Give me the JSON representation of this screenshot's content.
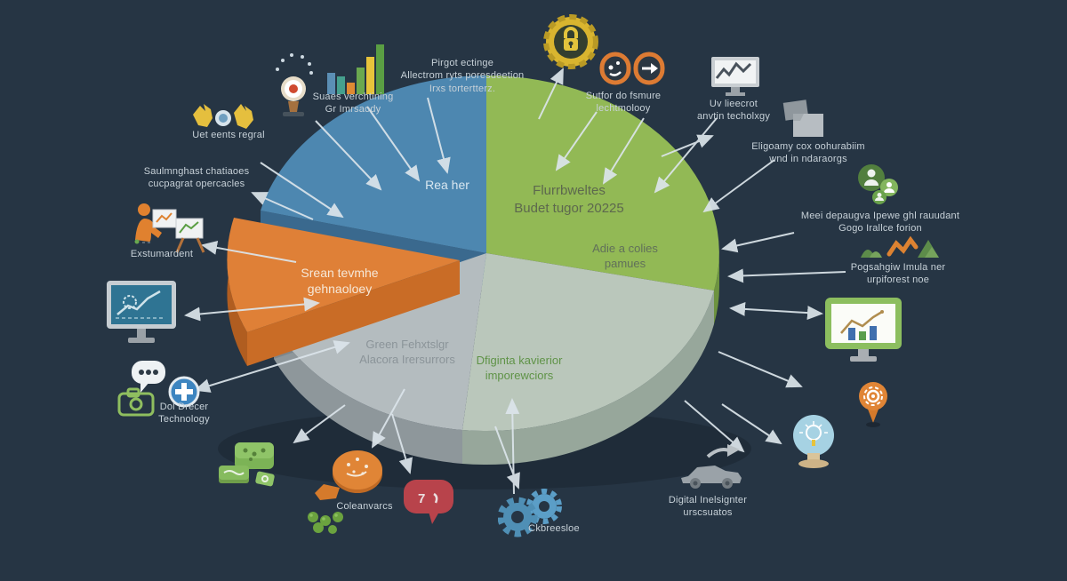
{
  "chart_data": {
    "type": "pie",
    "style": "3d-exploded",
    "title": "Flurrbweltes Budet tugor 20225",
    "legend_position": "none",
    "slices": [
      {
        "label": "Flurrbweltes Budet tugor 20225",
        "sublabel": "Adie a colies pamues",
        "color": "#92b955",
        "percent": 28
      },
      {
        "label": "Dfiginta kavierior imporewciors",
        "color": "#bac7bb",
        "percent": 23
      },
      {
        "label": "Green Fehxtslgr Alacora Irersurrors",
        "color": "#b4bcbf",
        "percent": 17
      },
      {
        "label": "Srean tevmhe gehnaoloey",
        "color": "#df8037",
        "percent": 11,
        "exploded": true
      },
      {
        "label": "Rea her",
        "color": "#4d87b0",
        "percent": 21
      }
    ]
  },
  "pie": {
    "blue_label": "Rea her",
    "green_title": {
      "lines": [
        "Flurrbweltes",
        "Budet tugor 20225"
      ]
    },
    "green_sub": {
      "lines": [
        "Adie a colies",
        "pamues"
      ]
    },
    "orange_label": {
      "lines": [
        "Srean tevmhe",
        "gehnaoloey"
      ]
    },
    "gray_label": {
      "lines": [
        "Green Fehxtslgr",
        "Alacora Irersurrors"
      ]
    },
    "pale_label": {
      "lines": [
        "Dfiginta kavierior",
        "imporewciors"
      ]
    }
  },
  "callouts": {
    "user_events": {
      "lines": [
        "Uet eents regral"
      ]
    },
    "sales": {
      "lines": [
        "Suaes verchtining",
        "Gr Imrsaody"
      ]
    },
    "target": {
      "lines": [
        "Pirgot ectinge",
        "Allectrom ryts poresdeetion",
        "Irxs tortertterz."
      ]
    },
    "supplier": {
      "lines": [
        "Sutfor do fsmure",
        "lechtmolooy"
      ]
    },
    "whiteboard": {
      "lines": [
        "Uv lieecrot",
        "anvtin techolxgy"
      ]
    },
    "partners": {
      "lines": [
        "Eligoamy cox oohurabiim",
        "wnd in ndaraorgs"
      ]
    },
    "people": {
      "lines": [
        "Meei depaugva Ipewe ghl rauudant",
        "Gogo Irallce forion"
      ]
    },
    "mountains": {
      "lines": [
        "Pogsahgiw Imula ner",
        "urpiforest noe"
      ]
    },
    "car": {
      "lines": [
        "Digital Inelsignter",
        "urscsuatos"
      ]
    },
    "gears": {
      "lines": [
        "Ckbreesloe"
      ]
    },
    "collaborators": {
      "lines": [
        "Coleanvarcs"
      ]
    },
    "left_tech": {
      "lines": [
        "Dol Drecer",
        "Technology"
      ]
    },
    "environment": {
      "lines": [
        "Exstumardent"
      ]
    },
    "challenges": {
      "lines": [
        "Saulmnghast chatiaoes",
        "cucpagrat opercacles"
      ]
    }
  },
  "icons": [
    "torn-paper-icon",
    "idea-lightbulb-icon",
    "bar-chart-icon",
    "security-badge-icon",
    "dots-circle-icon",
    "arrow-circle-icon",
    "whiteboard-chart-icon",
    "folders-icon",
    "people-group-icon",
    "mountains-icon",
    "green-monitor-icon",
    "gear-pin-icon",
    "lightbulb-sketch-icon",
    "car-icon",
    "gears-icon",
    "speech-bubble-red-icon",
    "magnifier-paddle-icon",
    "green-blocks-icon",
    "berries-icon",
    "monitor-chart-icon",
    "speech-dots-icon",
    "camera-icon",
    "plus-circle-icon",
    "presenter-easel-icon"
  ],
  "palette": {
    "background": "#263544",
    "slice_blue": "#4d87b0",
    "slice_blue_side": "#3a698e",
    "slice_green": "#92b955",
    "slice_green_side": "#6d9340",
    "slice_pale": "#bac7bb",
    "slice_pale_side": "#97a79b",
    "slice_gray": "#b4bcbf",
    "slice_gray_side": "#8e979b",
    "slice_orange": "#df8037",
    "slice_orange_side": "#b05d20",
    "arrow": "#dce5eb",
    "label_light": "#c7d1d8"
  }
}
